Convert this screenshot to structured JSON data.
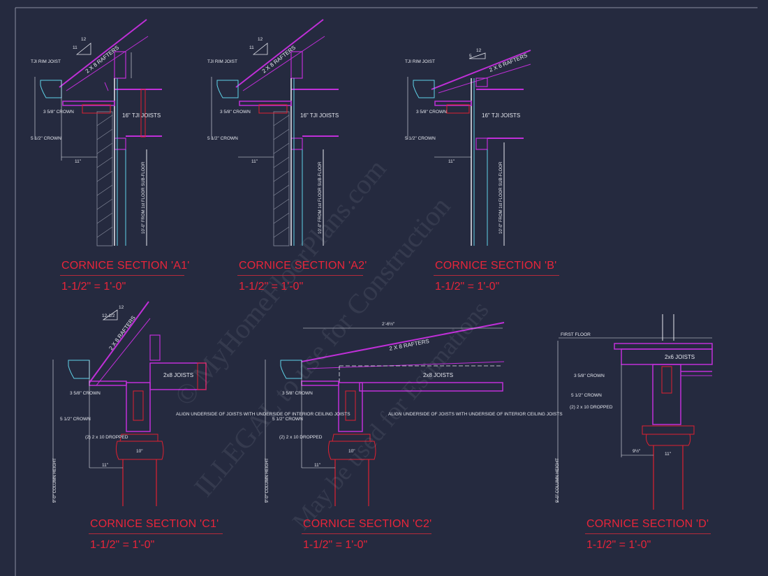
{
  "sections": [
    {
      "id": "A1",
      "title": "CORNICE SECTION 'A1'",
      "scale": "1-1/2\" = 1'-0\"",
      "pitch_run": "12",
      "pitch_rise": "11",
      "rafters": "2 X 8 RAFTERS",
      "rim": "TJI RIM JOIST",
      "joists": "16\" TJI   JOISTS",
      "crown1": "3 5/8\" CROWN",
      "crown2": "5 1/2\" CROWN",
      "floor": "10'-0\" FROM 1st FLOOR SUB-FLOOR",
      "dim": "11\""
    },
    {
      "id": "A2",
      "title": "CORNICE SECTION 'A2'",
      "scale": "1-1/2\" = 1'-0\"",
      "pitch_run": "12",
      "pitch_rise": "11",
      "rafters": "2 X 8 RAFTERS",
      "rim": "TJI RIM JOIST",
      "joists": "16\" TJI   JOISTS",
      "crown1": "3 5/8\" CROWN",
      "crown2": "5 1/2\" CROWN",
      "floor": "10'-0\" FROM 1st FLOOR SUB-FLOOR",
      "dim": "11\""
    },
    {
      "id": "B",
      "title": "CORNICE SECTION 'B'",
      "scale": "1-1/2\" = 1'-0\"",
      "pitch_run": "12",
      "pitch_rise": "5",
      "rafters": "2 X 6 RAFTERS",
      "rim": "TJI RIM JOIST",
      "joists": "16\" TJI   JOISTS",
      "crown1": "3 5/8\" CROWN",
      "crown2": "5 1/2\" CROWN",
      "floor": "10'-0\" FROM 1st FLOOR SUB-FLOOR",
      "dim": "11\""
    },
    {
      "id": "C1",
      "title": "CORNICE SECTION 'C1'",
      "scale": "1-1/2\" = 1'-0\"",
      "pitch_run": "12",
      "pitch_rise": "12-1/2",
      "rafters": "2 X 8 RAFTERS",
      "joists": "2x8 JOISTS",
      "crown1": "3 5/8\" CROWN",
      "crown2": "5 1/2\" CROWN",
      "dropped": "(2) 2 x 10 DROPPED",
      "align": "ALIGN UNDERSIDE OF JOISTS WITH UNDERSIDE OF INTERIOR CEILING JOISTS",
      "column": "9'-0\" COLUMN HEIGHT",
      "dim": "11\"",
      "dim2": "10\""
    },
    {
      "id": "C2",
      "title": "CORNICE SECTION 'C2'",
      "scale": "1-1/2\" = 1'-0\"",
      "rafters": "2 X 8 RAFTERS",
      "joists": "2x8 JOISTS",
      "crown1": "3 5/8\" CROWN",
      "crown2": "5 1/2\" CROWN",
      "dropped": "(2) 2 x 10 DROPPED",
      "align": "ALIGN UNDERSIDE OF JOISTS WITH UNDERSIDE OF INTERIOR CEILING JOISTS",
      "column": "9'-0\" COLUMN HEIGHT",
      "dim": "11\"",
      "dim2": "10\"",
      "top_dim": "2'-6½\""
    },
    {
      "id": "D",
      "title": "CORNICE SECTION 'D'",
      "scale": "1-1/2\" = 1'-0\"",
      "first_floor": "FIRST FLOOR",
      "joists": "2x6 JOISTS",
      "crown1": "3 5/8\" CROWN",
      "crown2": "5 1/2\" CROWN",
      "dropped": "(2) 2 x 10 DROPPED",
      "column": "9'-0\" COLUMN HEIGHT",
      "dim": "11\"",
      "dim_small": "9½\""
    }
  ],
  "watermark": [
    "© MyHomeFloorPlans.com",
    "ILLEGAL to use for Construction",
    "May be used for Estimations"
  ],
  "colors": {
    "background": "#252a3f",
    "title": "#e8253a",
    "magenta": "#c02fd8",
    "cyan": "#5fd3e8",
    "red": "#e02030",
    "white": "#e6e8ef"
  }
}
